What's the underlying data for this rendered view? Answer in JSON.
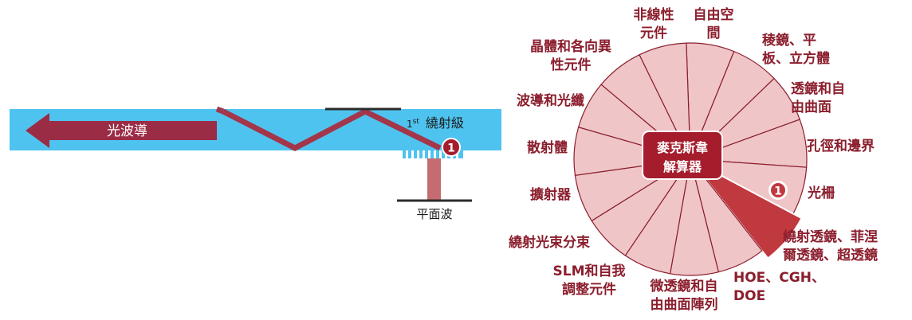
{
  "waveguide": {
    "arrow_label": "光波導",
    "order_prefix": "1",
    "order_sup": "st",
    "order_suffix": "繞射級",
    "plane_wave_label": "平面波",
    "marker_number": "1"
  },
  "wheel": {
    "center_line1": "麥克斯韋",
    "center_line2": "解算器",
    "highlight_number": "1",
    "segments": [
      "非線性\n元件",
      "自由空\n間",
      "稜鏡、平\n板、立方體",
      "透鏡和自\n由曲面",
      "孔徑和邊界",
      "光柵",
      "繞射透鏡、菲涅\n爾透鏡、超透鏡",
      "HOE、CGH、\nDOE",
      "微透鏡和自\n由曲面陣列",
      "SLM和自我\n調整元件",
      "繞射光束分束",
      "擴射器",
      "散射體",
      "波導和光纖",
      "晶體和各向異\n性元件"
    ]
  },
  "colors": {
    "waveguide_fill": "#4fc3ef",
    "accent": "#8b1e2d",
    "wedge_fill": "#efc5c8",
    "wedge_highlight": "#c0393f",
    "hub_fill": "#a51d2d",
    "zigzag": "#a3364a"
  }
}
